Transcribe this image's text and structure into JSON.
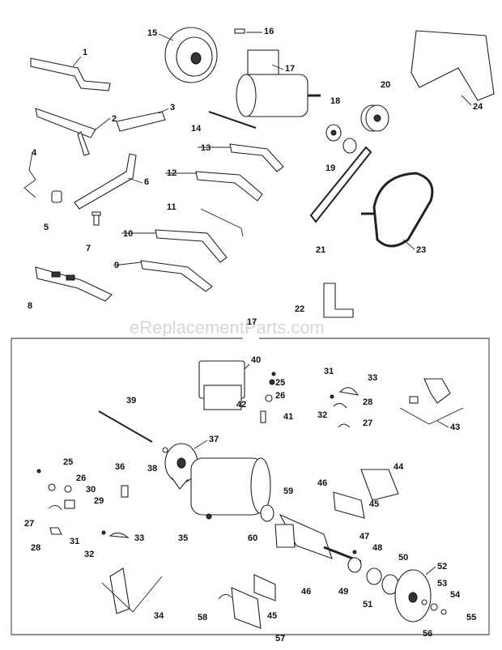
{
  "watermark": "eReplacementParts.com",
  "section_label": "17",
  "callouts": [
    "1",
    "2",
    "3",
    "4",
    "5",
    "6",
    "7",
    "8",
    "9",
    "10",
    "11",
    "12",
    "13",
    "14",
    "15",
    "16",
    "17",
    "18",
    "19",
    "20",
    "21",
    "22",
    "23",
    "24",
    "25",
    "26",
    "27",
    "28",
    "29",
    "30",
    "31",
    "32",
    "33",
    "34",
    "35",
    "36",
    "37",
    "38",
    "39",
    "40",
    "41",
    "42",
    "43",
    "44",
    "45",
    "46",
    "47",
    "48",
    "49",
    "50",
    "51",
    "52",
    "53",
    "54",
    "55",
    "56",
    "57",
    "58",
    "59",
    "60"
  ],
  "callouts_lower_dup": {
    "c25b": "25",
    "c26b": "26",
    "c27b": "27",
    "c28b": "28",
    "c31b": "31",
    "c32b": "32",
    "c33b": "33",
    "c45b": "45",
    "c46b": "46"
  }
}
